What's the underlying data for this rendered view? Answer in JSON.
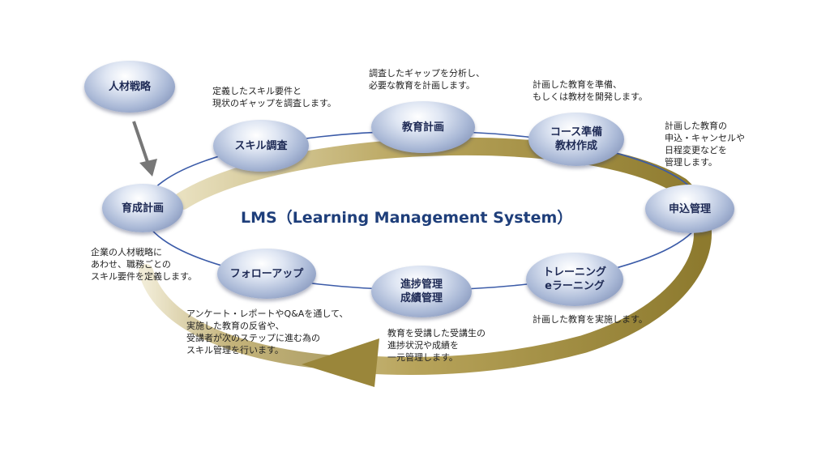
{
  "title": "LMS（Learning Management System）",
  "colors": {
    "ring_line": "#3b5ba8",
    "swoosh": "#a08c3e",
    "arrow": "#777777",
    "node_text": "#1e2a55",
    "title_text": "#1e3e7a"
  },
  "nodes": {
    "jinzai_senryaku": "人材戦略",
    "ikusei_keikaku": "育成計画",
    "skill_chousa": "スキル調査",
    "kyouiku_keikaku": "教育計画",
    "course_junbi": "コース準備\n教材作成",
    "moushikomi_kanri": "申込管理",
    "training": "トレーニング\neラーニング",
    "shinchoku_kanri": "進捗管理\n成績管理",
    "follow_up": "フォローアップ"
  },
  "descriptions": {
    "skill_chousa": "定義したスキル要件と\n現状のギャップを調査します。",
    "kyouiku_keikaku": "調査したギャップを分析し、\n必要な教育を計画します。",
    "course_junbi": "計画した教育を準備、\nもしくは教材を開発します。",
    "moushikomi_kanri": "計画した教育の\n申込・キャンセルや\n日程変更などを\n管理します。",
    "ikusei_keikaku": "企業の人材戦略に\nあわせ、職務ごとの\nスキル要件を定義します。",
    "follow_up": "アンケート・レポートやQ&Aを通して、\n実施した教育の反省や、\n受講者が次のステップに進む為の\nスキル管理を行います。",
    "shinchoku_kanri": "教育を受講した受講生の\n進捗状況や成績を\n一元管理します。",
    "training": "計画した教育を実施します。"
  }
}
